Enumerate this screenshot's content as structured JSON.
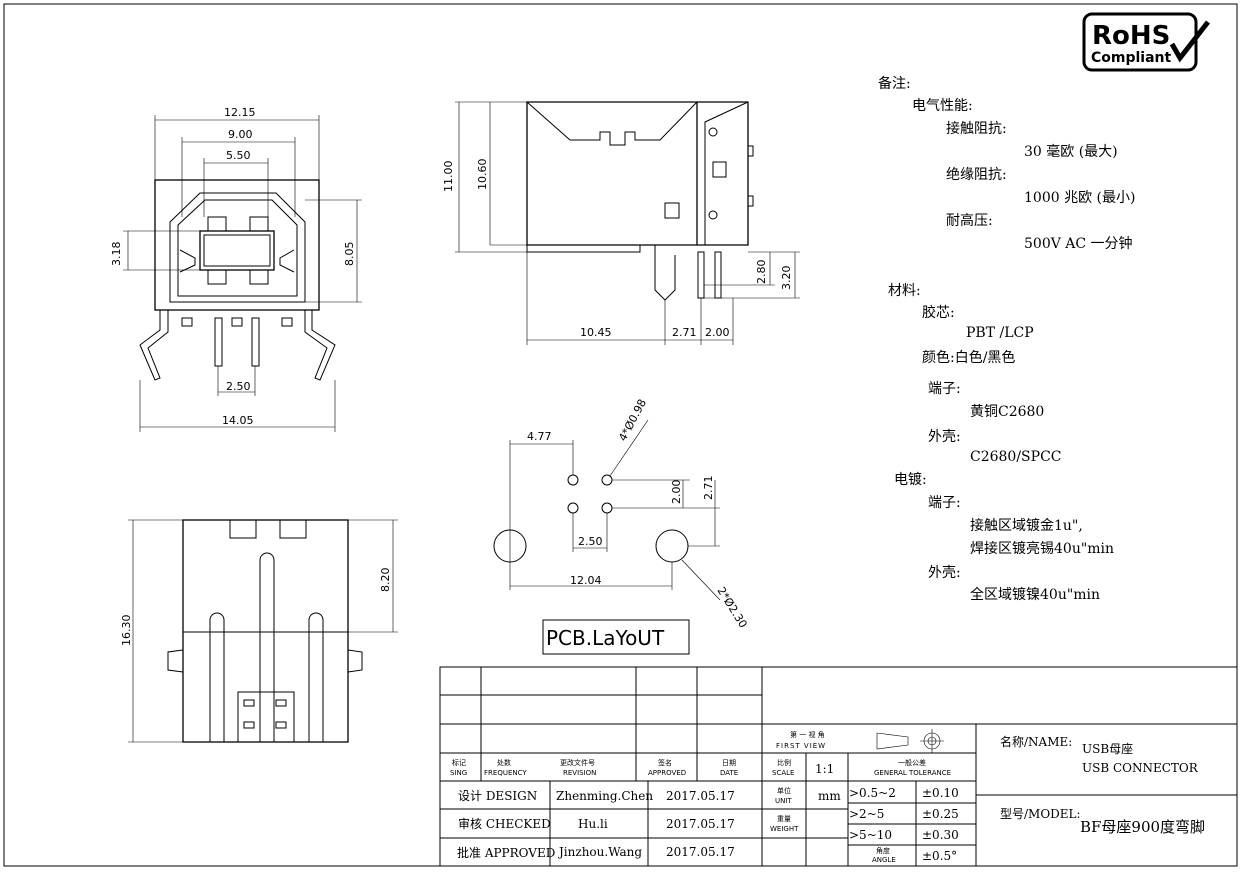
{
  "rohs": {
    "line1": "RoHS",
    "line2": "Compliant"
  },
  "front_view": {
    "dims": [
      "12.15",
      "9.00",
      "5.50",
      "3.18",
      "8.05",
      "2.50",
      "14.05"
    ]
  },
  "side_view": {
    "dims": [
      "11.00",
      "10.60",
      "2.80",
      "3.20",
      "10.45",
      "2.71",
      "2.00"
    ]
  },
  "bottom_view": {
    "dims": [
      "8.20",
      "16.30"
    ]
  },
  "pcb_layout": {
    "label": "PCB.LaYoUT",
    "dims": [
      "4.77",
      "4*Ø0.98",
      "2.00",
      "2.71",
      "2.50",
      "12.04",
      "2*Ø2.30"
    ]
  },
  "notes": {
    "remark_title": "备注:",
    "electrical_title": "电气性能:",
    "contact_resistance_label": "接触阻抗:",
    "contact_resistance_value": "30 毫欧 (最大)",
    "insulation_label": "绝缘阻抗:",
    "insulation_value": "1000 兆欧 (最小)",
    "voltage_label": "耐高压:",
    "voltage_value": "500V AC 一分钟",
    "material_title": "材料:",
    "core_label": "胶芯:",
    "core_value": "PBT /LCP",
    "color_value": "颜色:白色/黑色",
    "terminal_label": "端子:",
    "terminal_value": "黄铜C2680",
    "shell_label": "外壳:",
    "shell_value": "C2680/SPCC",
    "plating_title": "电镀:",
    "plating_terminal_label": "端子:",
    "plating_terminal_line1": "接触区域镀金1u\",",
    "plating_terminal_line2": "焊接区镀亮锡40u\"min",
    "plating_shell_label": "外壳:",
    "plating_shell_value": "全区域镀镍40u\"min"
  },
  "title_block": {
    "mark_cn": "标记",
    "mark_en": "SING",
    "freq_cn": "处数",
    "freq_en": "FREQUENCY",
    "rev_cn": "更改文件号",
    "rev_en": "REVISION",
    "appr_cn": "签名",
    "appr_en": "APPROVED",
    "date_cn": "日期",
    "date_en": "DATE",
    "design_label": "设计 DESIGN",
    "design_name": "Zhenming.Chen",
    "design_date": "2017.05.17",
    "checked_label": "审核 CHECKED",
    "checked_name": "Hu.li",
    "checked_date": "2017.05.17",
    "approved_label": "批准 APPROVED",
    "approved_name": "Jinzhou.Wang",
    "approved_date": "2017.05.17",
    "first_view_cn": "第 一 视 角",
    "first_view_en": "FIRST VIEW",
    "scale_cn": "比例",
    "scale_en": "SCALE",
    "scale_value": "1:1",
    "tol_cn": "一般公差",
    "tol_en": "GENERAL TOLERANCE",
    "unit_cn": "单位",
    "unit_en": "UNIT",
    "unit_value": "mm",
    "weight_cn": "重量",
    "weight_en": "WEIGHT",
    "angle_cn": "角度",
    "angle_en": "ANGLE",
    "tol_rows": [
      {
        "range": ">0.5~2",
        "tol": "±0.10"
      },
      {
        "range": ">2~5",
        "tol": "±0.25"
      },
      {
        "range": ">5~10",
        "tol": "±0.30"
      }
    ],
    "angle_tol": "±0.5°",
    "name_label": "名称/NAME:",
    "name_cn": "USB母座",
    "name_en": "USB CONNECTOR",
    "model_label": "型号/MODEL:",
    "model_value": "BF母座900度弯脚"
  }
}
